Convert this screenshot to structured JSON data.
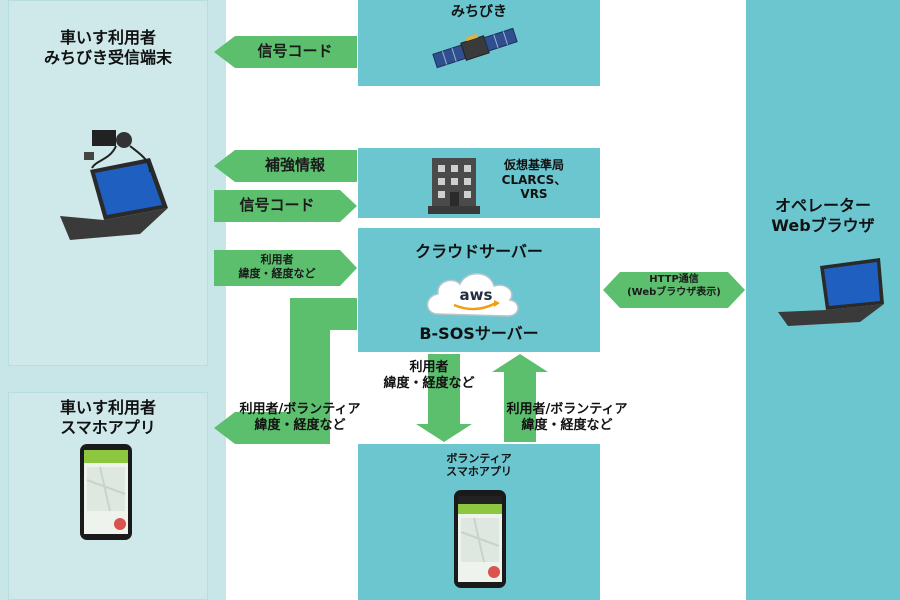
{
  "wheelchair_terminal": {
    "title_line1": "車いす利用者",
    "title_line2": "みちびき受信端末"
  },
  "wheelchair_app": {
    "title_line1": "車いす利用者",
    "title_line2": "スマホアプリ"
  },
  "michibiki": {
    "label": "みちびき"
  },
  "reference_station": {
    "line1": "仮想基準局",
    "line2": "CLARCS、",
    "line3": "VRS"
  },
  "cloud_server": {
    "title": "クラウドサーバー",
    "aws_label": "aws",
    "bsos_label": "B-SOSサーバー"
  },
  "volunteer_app": {
    "line1": "ボランティア",
    "line2": "スマホアプリ"
  },
  "operator": {
    "line1": "オペレーター",
    "line2": "Webブラウザ"
  },
  "arrows": {
    "signal_code_1": "信号コード",
    "augmentation_info": "補強情報",
    "signal_code_2": "信号コード",
    "user_latlng_line1": "利用者",
    "user_latlng_line2": "緯度・経度など",
    "user_vol_left_line1": "利用者/ボランティア",
    "user_vol_left_line2": "緯度・経度など",
    "user_down_line1": "利用者",
    "user_down_line2": "緯度・経度など",
    "user_vol_right_line1": "利用者/ボランティア",
    "user_vol_right_line2": "緯度・経度など",
    "http_line1": "HTTP通信",
    "http_line2": "(Webブラウザ表示)"
  },
  "colors": {
    "teal": "#6cc6cf",
    "light_teal": "#c8e6e8",
    "arrow_green": "#5cbf6e",
    "app_header": "#8dc63f"
  }
}
